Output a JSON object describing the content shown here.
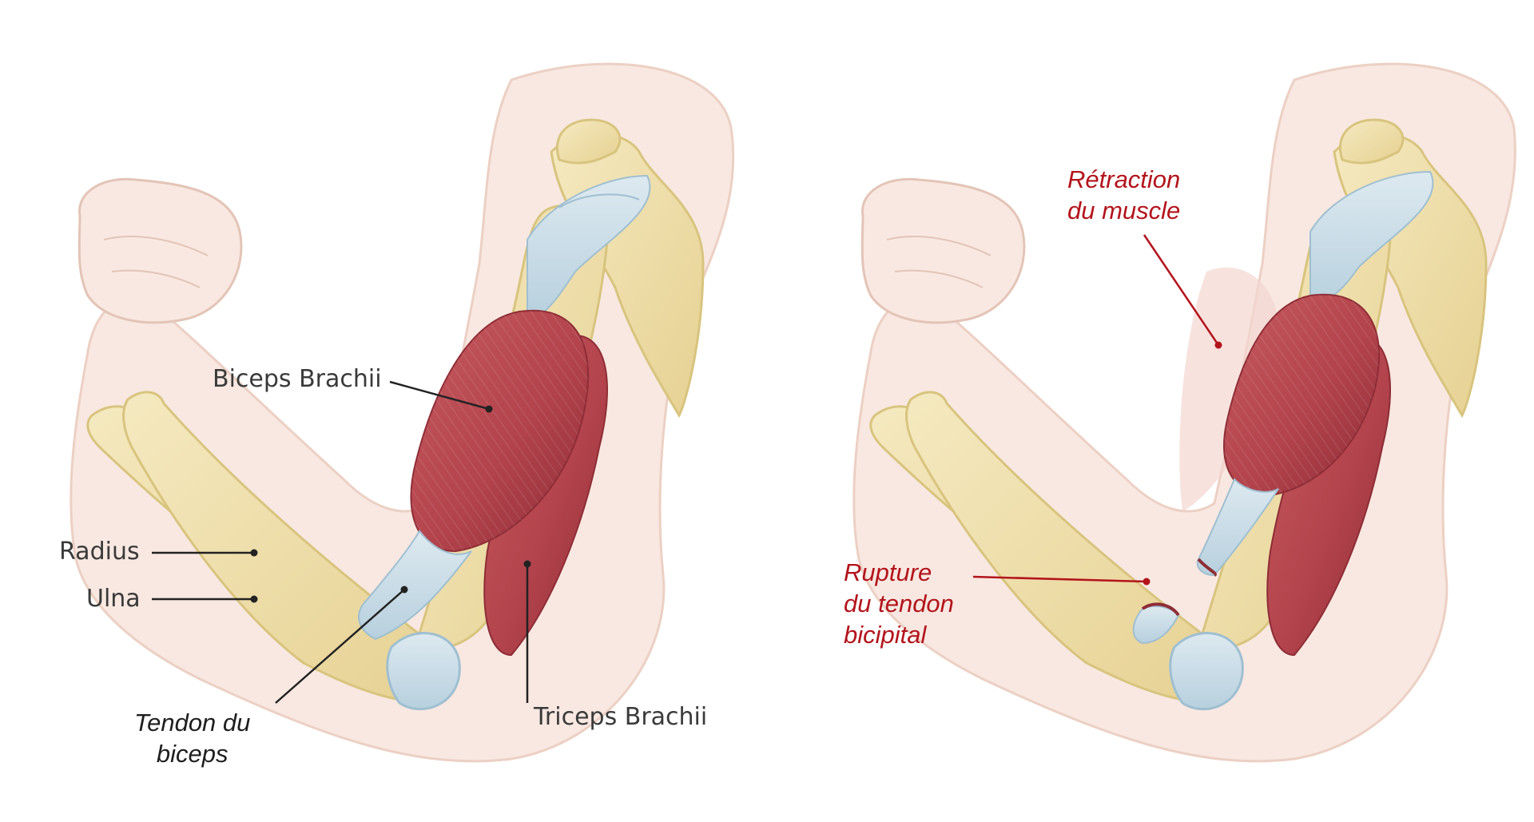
{
  "colors": {
    "skin": "#f6e3dc",
    "skin_outline": "#e8c9bd",
    "bone": "#efe0ae",
    "bone_edge": "#d8c47e",
    "muscle": "#b84a52",
    "muscle_dark": "#8e2d36",
    "tendon": "#cfe0ea",
    "tendon_edge": "#9fbfd1",
    "label_dark": "#3a3a3a",
    "label_red": "#b3141c"
  },
  "left_panel": {
    "labels": {
      "biceps": "Biceps Brachii",
      "radius": "Radius",
      "ulna": "Ulna",
      "tendon_line1": "Tendon du",
      "tendon_line2": "biceps",
      "triceps": "Triceps Brachii"
    }
  },
  "right_panel": {
    "labels": {
      "retraction_line1": "Rétraction",
      "retraction_line2": "du muscle",
      "rupture_line1": "Rupture",
      "rupture_line2": "du tendon",
      "rupture_line3": "bicipital"
    }
  }
}
